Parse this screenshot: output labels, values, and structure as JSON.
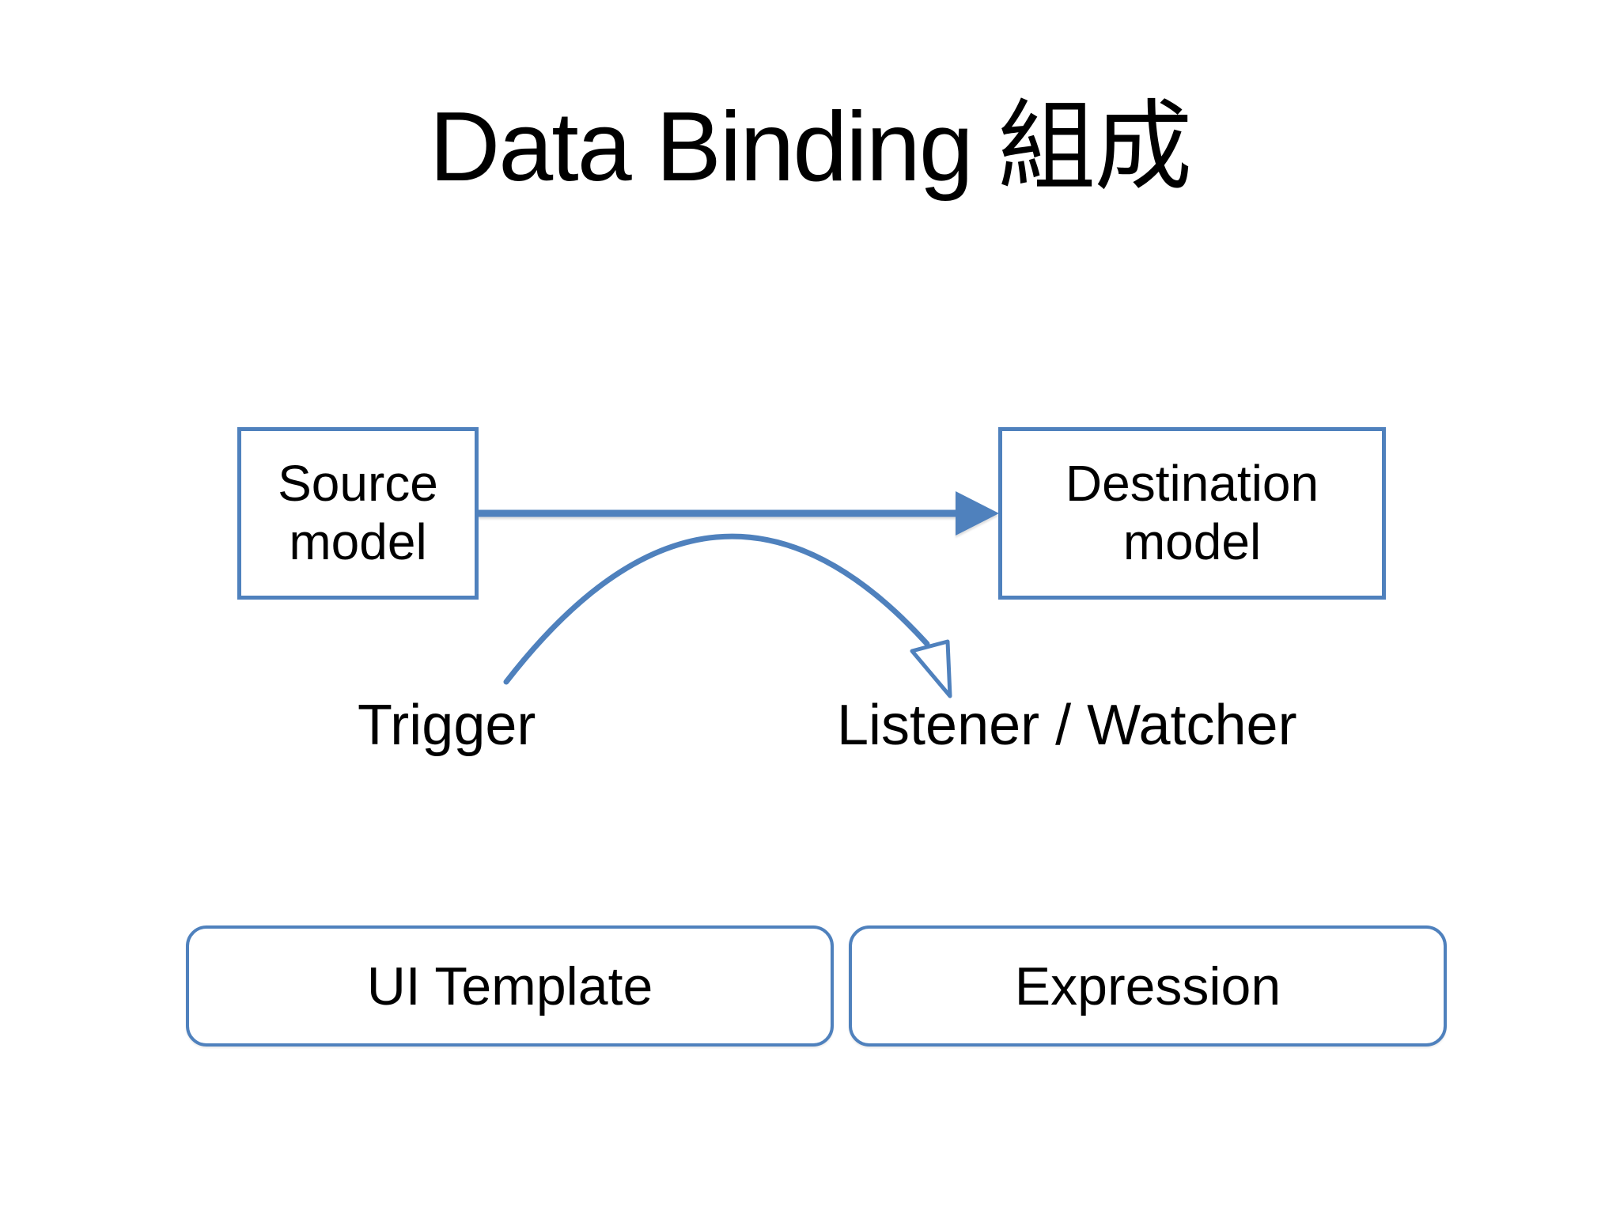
{
  "slide": {
    "title": "Data Binding 組成",
    "nodes": {
      "source": {
        "label": "Source model"
      },
      "destination": {
        "label": "Destination model"
      }
    },
    "annotations": {
      "trigger": "Trigger",
      "listener": "Listener / Watcher"
    },
    "bottom_nodes": {
      "ui_template": "UI Template",
      "expression": "Expression"
    },
    "colors": {
      "accent": "#4f81bd",
      "text": "#000000",
      "background": "#ffffff"
    }
  }
}
